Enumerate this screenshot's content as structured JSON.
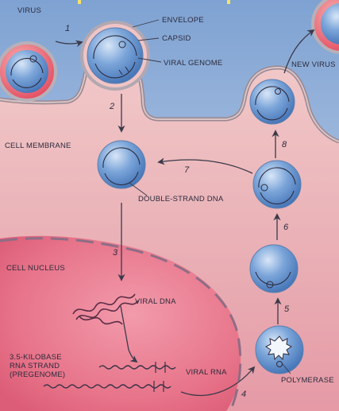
{
  "labels": {
    "virus": "VIRUS",
    "envelope": "ENVELOPE",
    "capsid": "CAPSID",
    "viral_genome": "VIRAL GENOME",
    "new_virus": "NEW VIRUS",
    "cell_membrane": "CELL MEMBRANE",
    "double_strand_dna": "DOUBLE-STRAND DNA",
    "cell_nucleus": "CELL NUCLEUS",
    "viral_dna": "VIRAL DNA",
    "pregenome_line1": "3.5-KILOBASE",
    "pregenome_line2": "RNA STRAND",
    "pregenome_line3": "(PREGENOME)",
    "viral_rna": "VIRAL RNA",
    "polymerase": "POLYMERASE"
  },
  "steps": [
    "1",
    "2",
    "3",
    "4",
    "5",
    "6",
    "7",
    "8"
  ],
  "colors": {
    "outside": "#86a9d4",
    "cytoplasm": "#f0c4c6",
    "nucleus": "#e8788c",
    "envelope": "#e85a6a",
    "capsid": "#5f92cf",
    "ink": "#2d2b3d"
  }
}
